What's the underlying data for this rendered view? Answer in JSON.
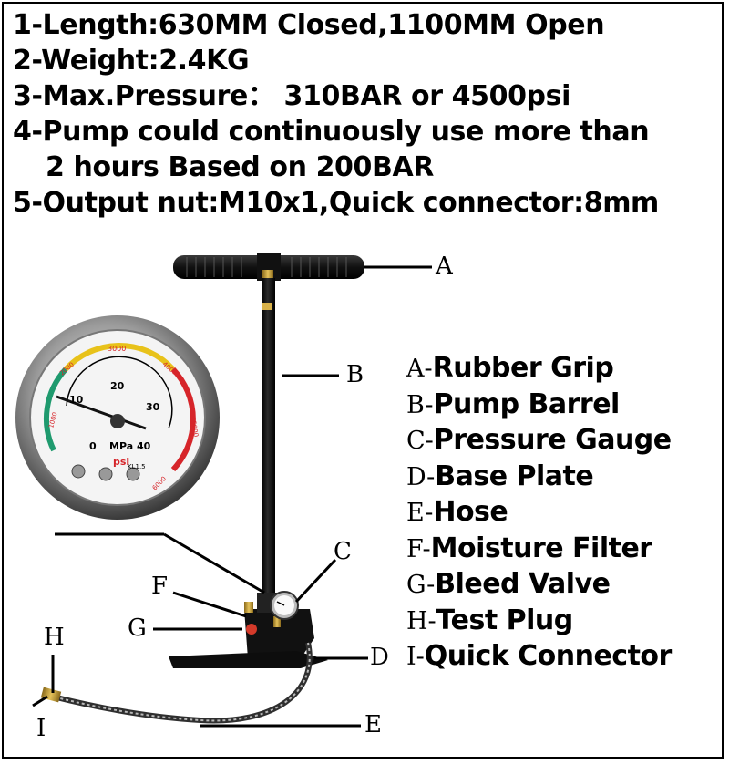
{
  "specs": [
    "1-Length:630MM Closed,1100MM Open",
    "2-Weight:2.4KG",
    "3-Max.Pressure： 310BAR or 4500psi",
    "4-Pump could continuously use more than",
    "2 hours Based on 200BAR",
    "5-Output nut:M10x1,Quick connector:8mm"
  ],
  "legend": [
    {
      "code": "A-",
      "name": "Rubber Grip"
    },
    {
      "code": "B-",
      "name": "Pump Barrel"
    },
    {
      "code": "C-",
      "name": "Pressure Gauge"
    },
    {
      "code": "D-",
      "name": "Base Plate"
    },
    {
      "code": "E-",
      "name": "Hose"
    },
    {
      "code": "F-",
      "name": "Moisture Filter"
    },
    {
      "code": "G-",
      "name": "Bleed Valve"
    },
    {
      "code": "H-",
      "name": "Test Plug"
    },
    {
      "code": "I-",
      "name": "Quick Connector"
    }
  ],
  "callouts": {
    "a": "A",
    "b": "B",
    "c": "C",
    "d": "D",
    "e": "E",
    "f": "F",
    "g": "G",
    "h": "H",
    "i": "I"
  },
  "gauge": {
    "unit_mpa": "MPa",
    "unit_psi": "psi",
    "class": "KL1.5",
    "mpa_ticks": [
      "0",
      "10",
      "20",
      "30",
      "40"
    ],
    "psi_ticks": [
      "1000",
      "2000",
      "3000",
      "4000",
      "5000",
      "6000"
    ]
  },
  "colors": {
    "frame": "#000000",
    "gauge_green": "#1f9a6e",
    "gauge_yellow": "#e8c21a",
    "gauge_red": "#d6252a"
  }
}
